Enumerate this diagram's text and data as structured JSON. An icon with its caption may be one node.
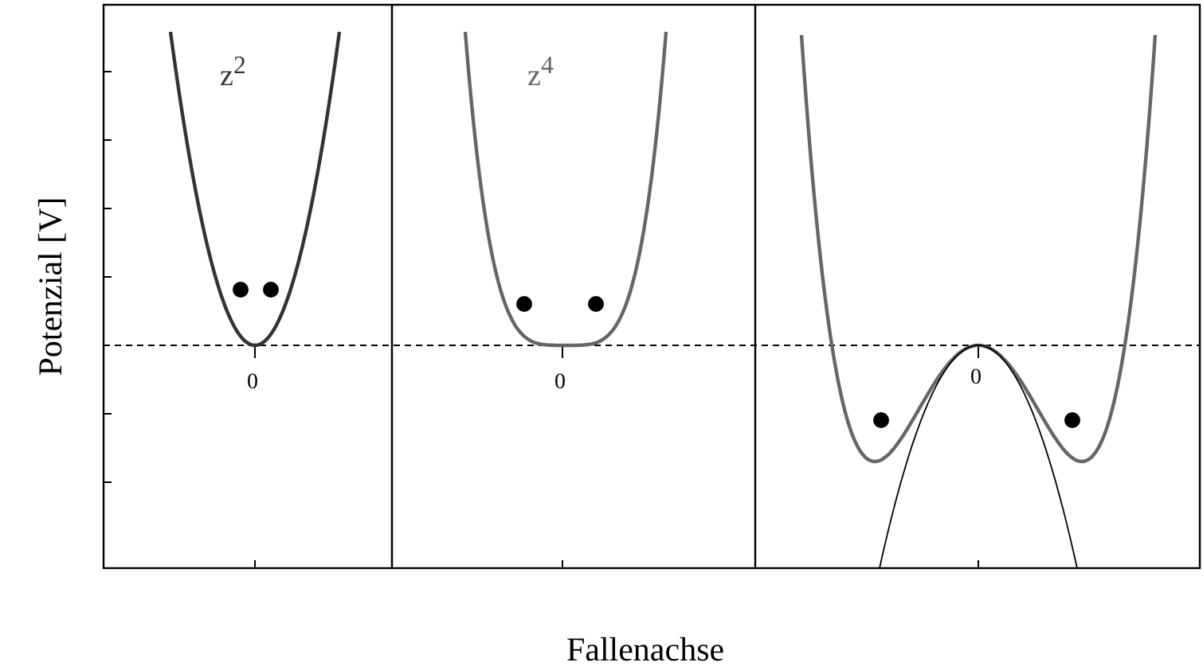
{
  "diagram": {
    "labels": [
      "z$^{2}$",
      "z$^{4}$",
      "0",
      "0",
      "0",
      "Potenzial [V]",
      "Fallenachse"
    ]
  }
}
